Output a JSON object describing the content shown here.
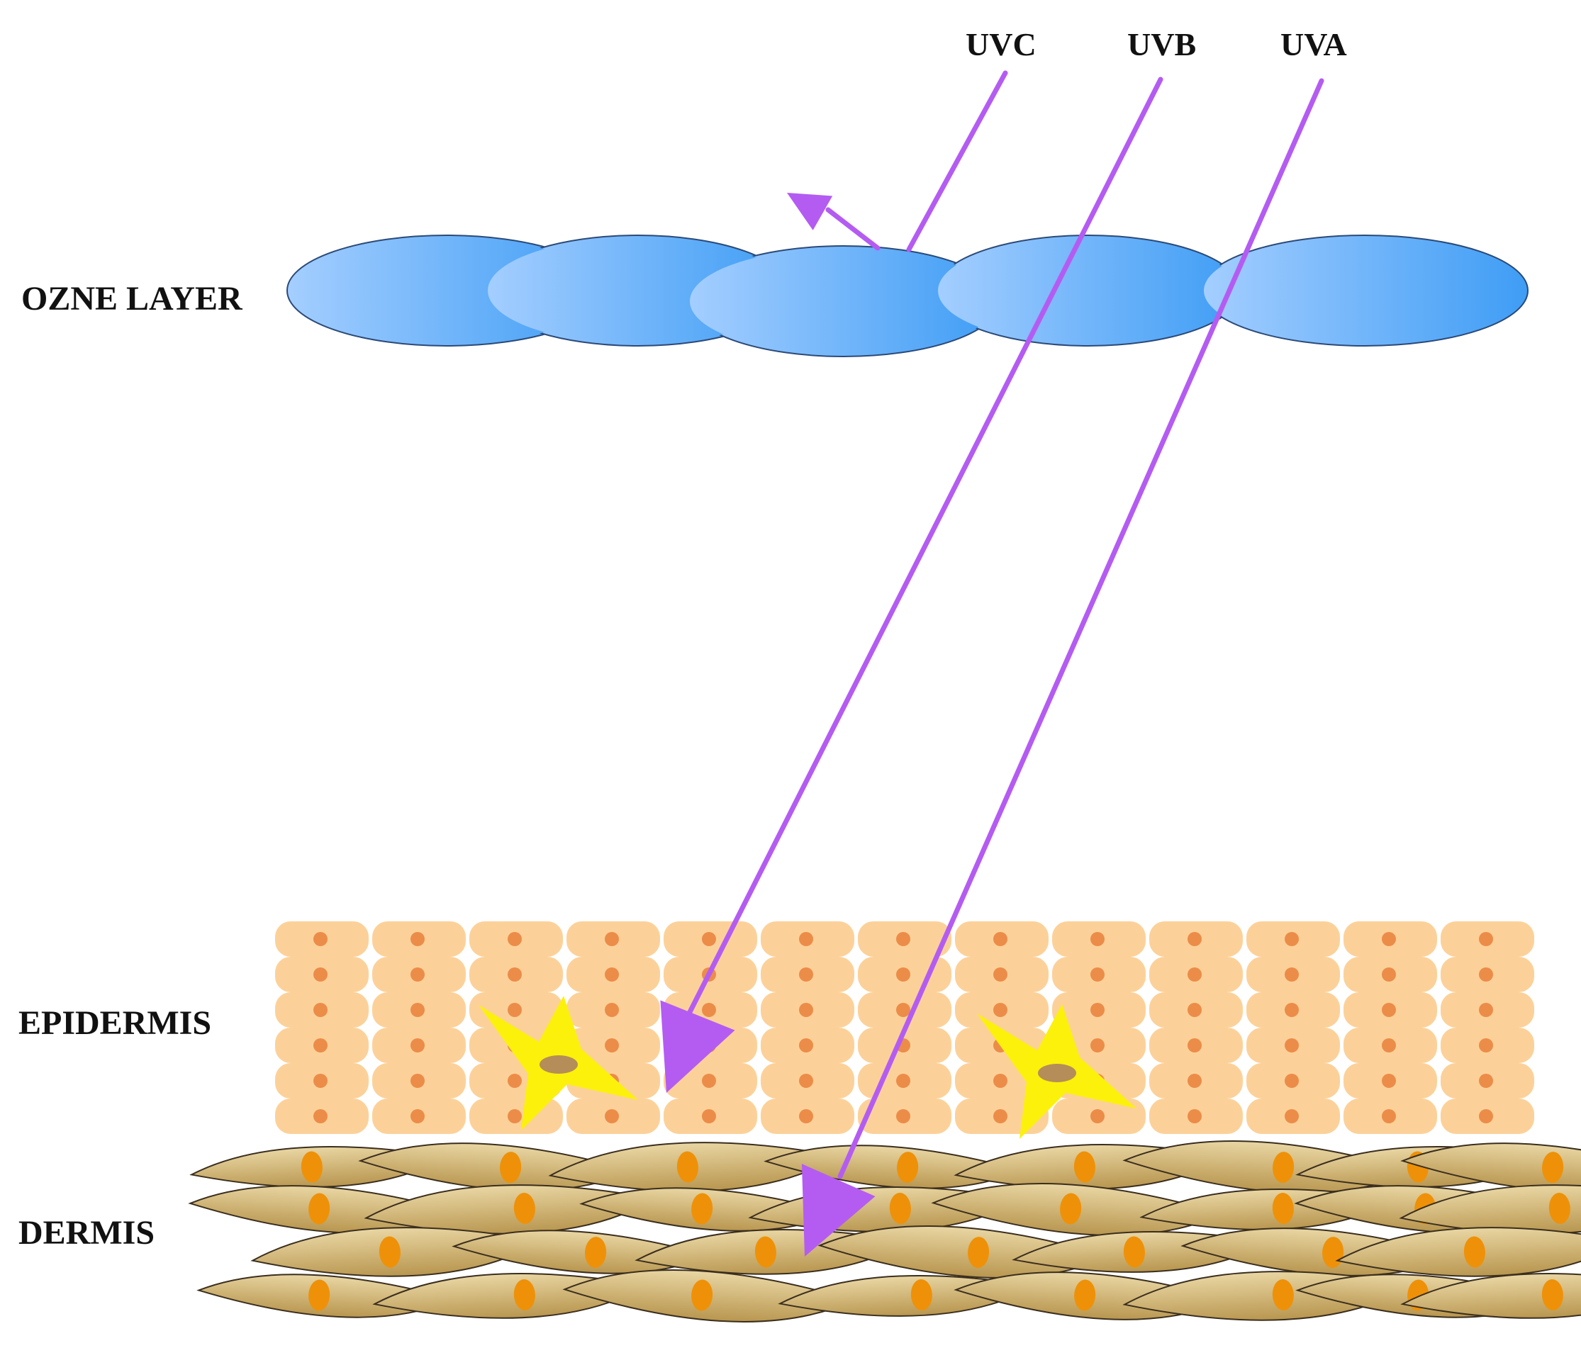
{
  "labels": {
    "ozone_layer": "OZNE LAYER",
    "epidermis": "EPIDERMIS",
    "dermis": "DERMIS"
  },
  "rays": [
    {
      "name": "UVC",
      "outcome": "reflected at ozone layer"
    },
    {
      "name": "UVB",
      "outcome": "reaches epidermis"
    },
    {
      "name": "UVA",
      "outcome": "reaches dermis"
    }
  ],
  "colors": {
    "ray": "#b45cf2",
    "ozone_light": "#a4ceff",
    "ozone_dark": "#3f9df5",
    "ozone_stroke": "#2b4a78",
    "epidermis_cell": "#fcd199",
    "epidermis_nucleus": "#ec8c49",
    "melanocyte": "#fbf10a",
    "melanocyte_nucleus": "#b58d58",
    "dermis_cell_light": "#e9d6a3",
    "dermis_cell_dark": "#b8964f",
    "dermis_nucleus": "#ee9108"
  },
  "layout_counts": {
    "epidermis_columns": 13,
    "epidermis_rows": 6
  }
}
